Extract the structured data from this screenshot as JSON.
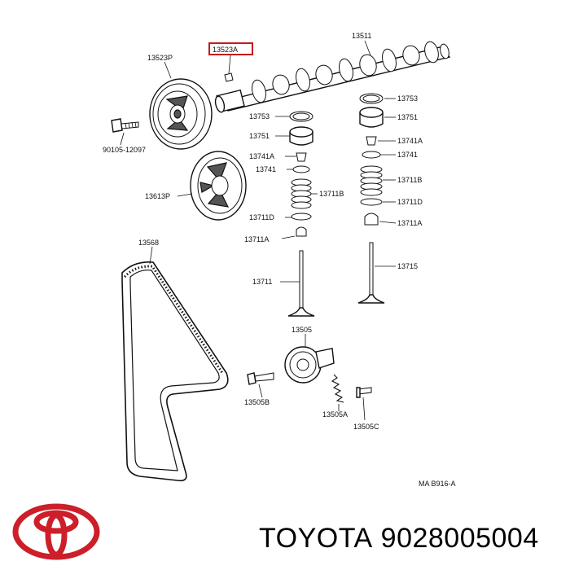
{
  "diagram": {
    "reference_code": "MA B916-A",
    "highlighted_part": "13523A",
    "part_labels": {
      "camshaft": "13511",
      "camshaft_pin": "13523A",
      "camshaft_pulley": "13523P",
      "bolt": "90105-12097",
      "crankshaft_pulley": "13613P",
      "timing_belt": "13568",
      "lifter_shim_left": "13753",
      "lifter_left": "13751",
      "retainer_lock_left": "13741A",
      "retainer_left": "13741",
      "spring_left": "13711B",
      "spring_seat_left": "13711D",
      "valve_seal_left": "13711A",
      "intake_valve": "13711",
      "idler_assembly": "13505",
      "idler_bolt": "13505B",
      "tension_spring": "13505A",
      "spring_stud": "13505C",
      "lifter_shim_right": "13753",
      "lifter_right": "13751",
      "retainer_lock_right": "13741A",
      "retainer_right": "13741",
      "spring_right": "13711B",
      "spring_seat_right": "13711D",
      "valve_seal_right": "13711A",
      "exhaust_valve": "13715"
    }
  },
  "footer": {
    "brand": "TOYOTA",
    "part_number": "9028005004",
    "logo_color": "#cc1f2a"
  }
}
